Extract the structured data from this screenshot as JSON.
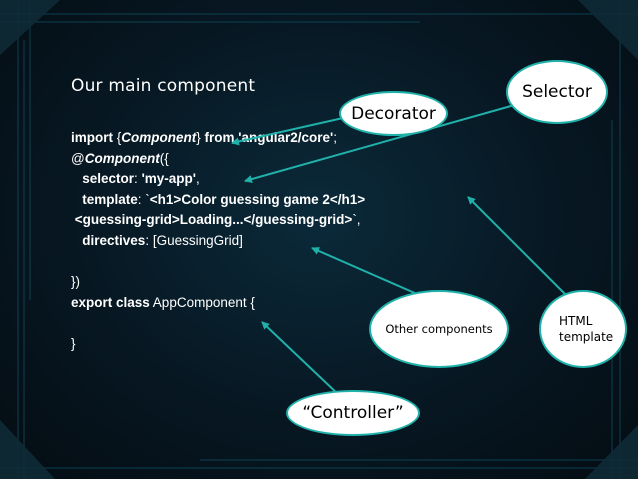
{
  "slide": {
    "title": "Our main component",
    "code": {
      "l1": {
        "kw": "import",
        "p1": " {",
        "comp": "Component",
        "p2": "} ",
        "from": "from",
        "p3": " ",
        "mod": "'angular2/core'",
        "p4": ";"
      },
      "l2": {
        "at": "@",
        "comp": "Component",
        "p1": "({"
      },
      "l3": {
        "indent": "   ",
        "key": "selector",
        "p1": ": ",
        "val": "'my-app'",
        "p2": ","
      },
      "l4": {
        "indent": "   ",
        "key": "template",
        "p1": ": `",
        "val": "<h1>Color guessing game 2</h1>"
      },
      "l5": {
        "indent": " ",
        "val": "<guessing-grid>Loading...</guessing-grid>",
        "p1": "`,"
      },
      "l6": {
        "indent": "   ",
        "key": "directives",
        "p1": ": [GuessingGrid]"
      },
      "l8": {
        "text": "})"
      },
      "l9": {
        "kw": "export class",
        "p1": " AppComponent {"
      },
      "l11": {
        "text": "}"
      }
    },
    "callouts": {
      "decorator": "Decorator",
      "selector": "Selector",
      "html_template_1": "HTML",
      "html_template_2": "template",
      "other_components": "Other components",
      "controller": "“Controller”"
    },
    "colors": {
      "accent": "#20b2aa",
      "background": "#071722",
      "text": "#ffffff"
    }
  }
}
